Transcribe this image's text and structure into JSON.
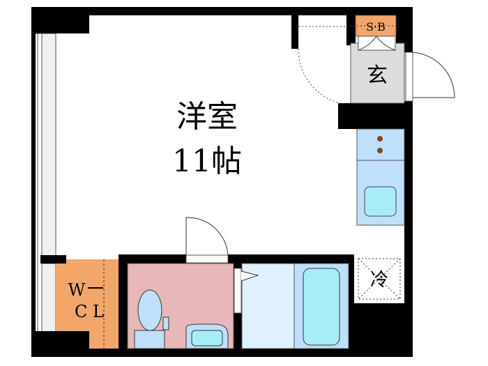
{
  "plan": {
    "main_room": {
      "name": "洋室",
      "size": "11帖"
    },
    "entrance": "玄",
    "shoe_box": "S·B",
    "closet": {
      "line1": "W",
      "line2": "C L"
    },
    "fridge": "冷"
  },
  "colors": {
    "wall": "#000000",
    "closet": "#f2a66a",
    "shoe_box": "#f2a66a",
    "toilet_room": "#e8b8b8",
    "bath_room": "#dff1fd",
    "fixture": "#bfe0fb",
    "water": "#a8ecf7",
    "entrance": "#dcdcdc",
    "window": "#f0f0f0"
  }
}
